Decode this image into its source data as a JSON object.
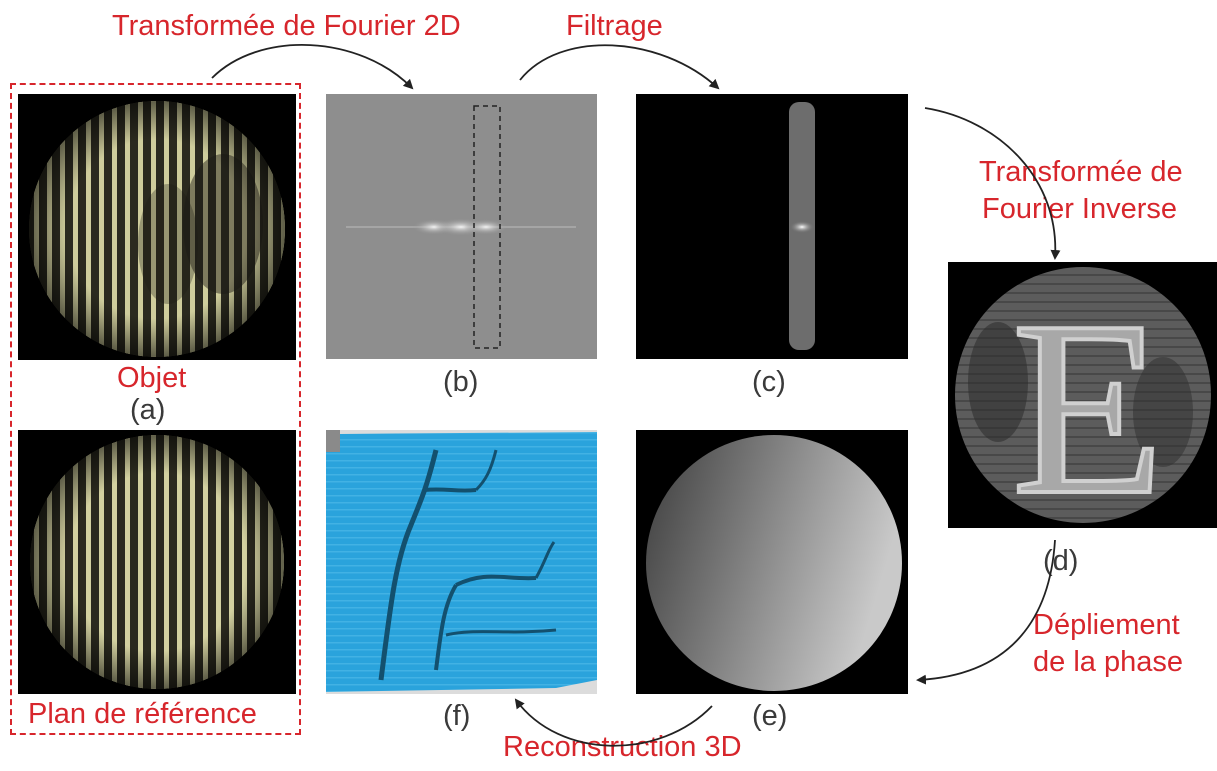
{
  "steps": {
    "fft_2d": "Transformée de Fourier 2D",
    "filtering": "Filtrage",
    "inverse_fft_line1": "Transformée de",
    "inverse_fft_line2": "Fourier Inverse",
    "phase_unwrap_line1": "Dépliement",
    "phase_unwrap_line2": "de la phase",
    "reconstruction_3d": "Reconstruction 3D"
  },
  "panels": {
    "object_label": "Objet",
    "a": "(a)",
    "reference_label": "Plan de référence",
    "b": "(b)",
    "c": "(c)",
    "d": "(d)",
    "e": "(e)",
    "f": "(f)"
  },
  "colors": {
    "caption_red": "#d7262c",
    "letter_black": "#3a3a3a",
    "fringe_yellow": "#d8d6a8",
    "surface_blue": "#2aa3dc"
  }
}
